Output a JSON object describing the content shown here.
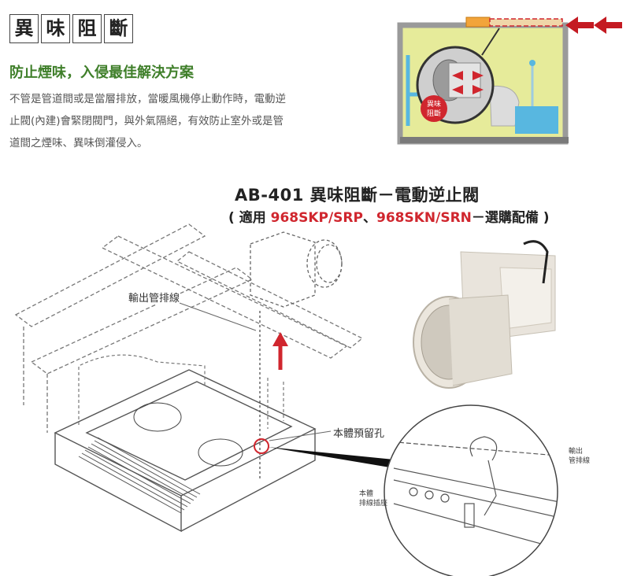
{
  "title_chars": [
    "異",
    "味",
    "阻",
    "斷"
  ],
  "subtitle": "防止煙味，入侵最佳解決方案",
  "body_lines": [
    "不管是管道間或是當層排放，當暖風機停止動作時，電動逆",
    "止閥(內建)會緊閉閥門，與外氣隔絕，有效防止室外或是管",
    "道間之煙味、異味倒灌侵入。"
  ],
  "product": {
    "heading": "AB-401 異味阻斷－電動逆止閥",
    "compat_prefix": "( 適用 ",
    "compat_model1": "968SKP/SRP",
    "compat_sep": "、",
    "compat_model2": "968SKN/SRN",
    "compat_suffix": "－選購配備 )"
  },
  "inset": {
    "badge_line1": "異味",
    "badge_line2": "阻斷"
  },
  "labels": {
    "output_line": "輸出管排線",
    "reserved_hole": "本體預留孔",
    "zoom_output_1": "輸出",
    "zoom_output_2": "管排線",
    "zoom_body_1": "本體",
    "zoom_body_2": "排線插座"
  },
  "colors": {
    "green_heading": "#3f7f2a",
    "accent_red": "#d0262e",
    "room_fill": "#e6eb9a",
    "water_blue": "#58b7e0",
    "duct_orange": "#f2a43a"
  }
}
